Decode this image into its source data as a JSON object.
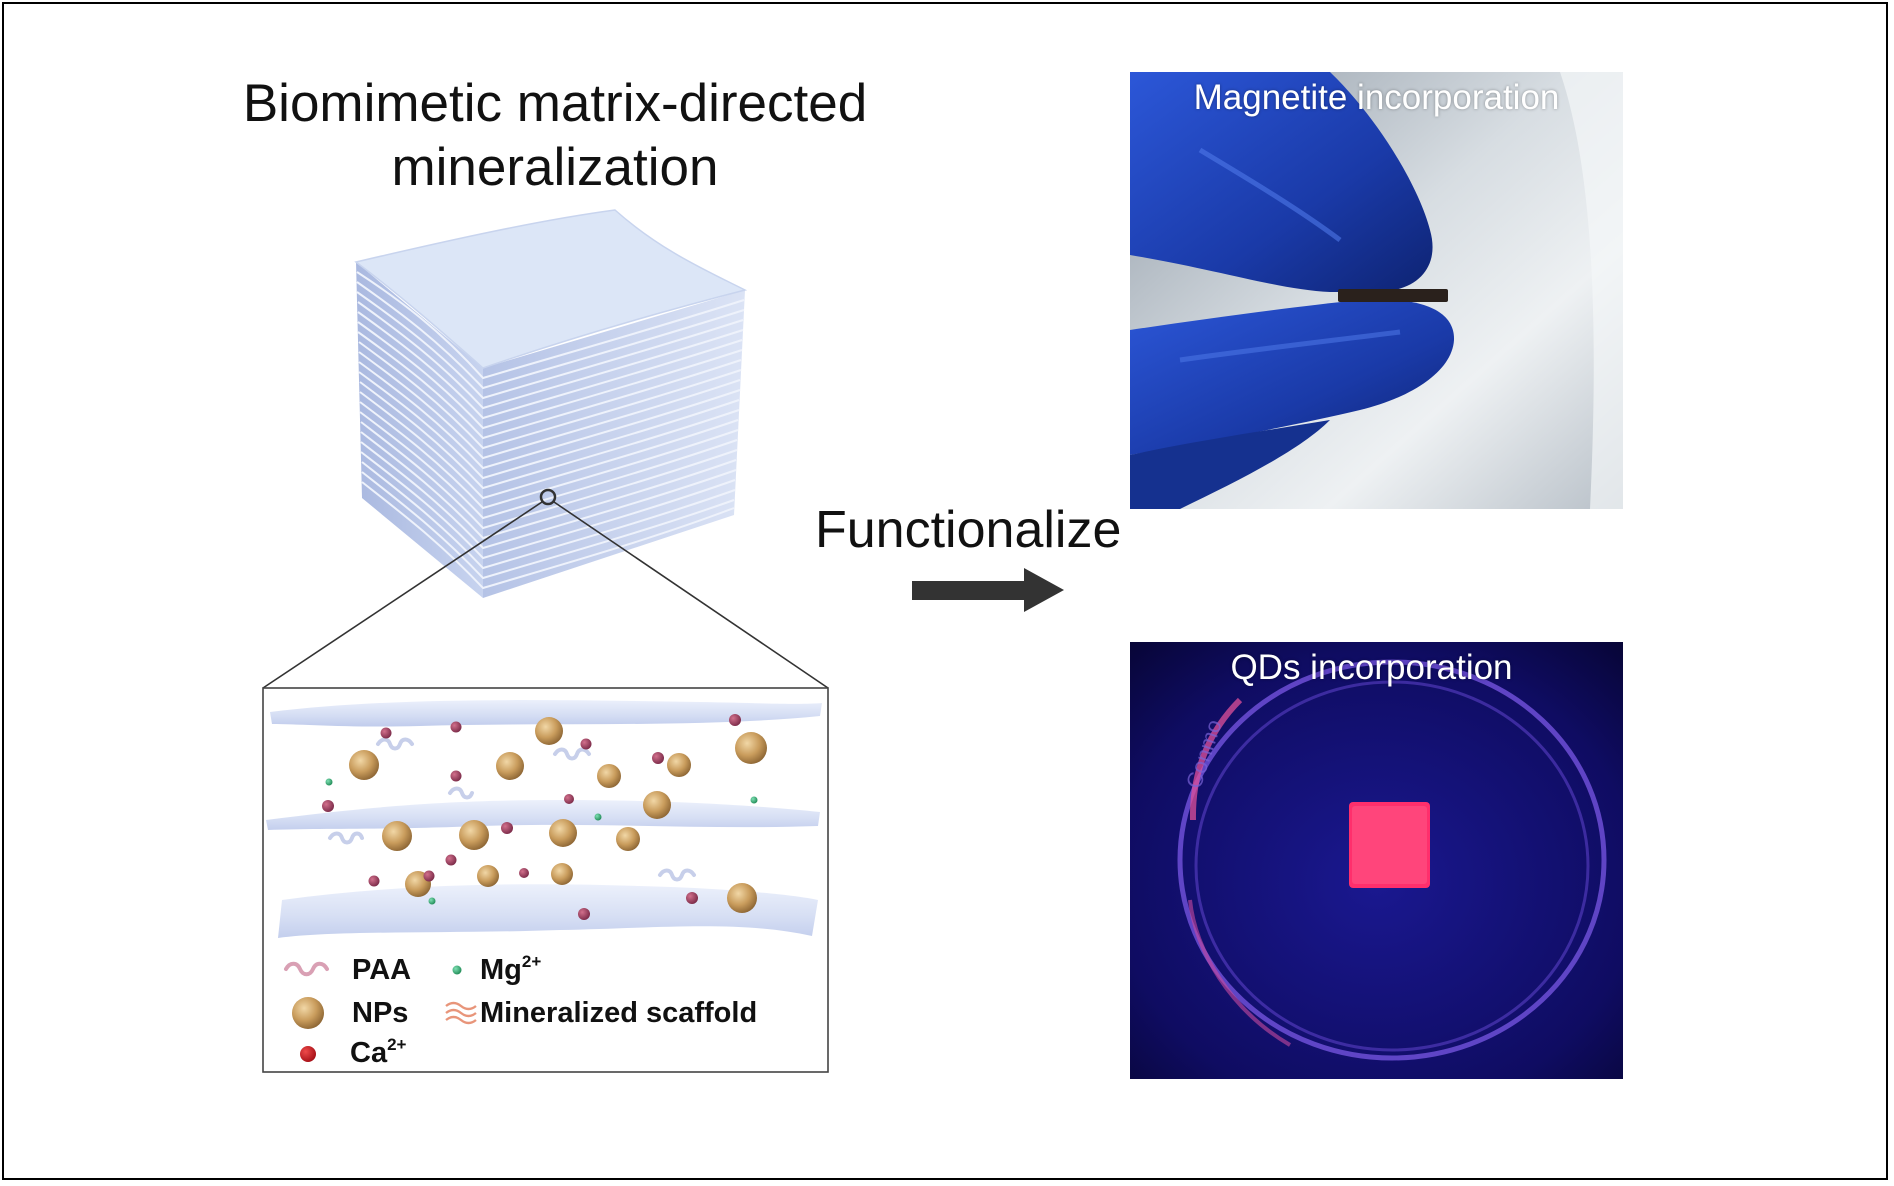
{
  "figure": {
    "title_line1": "Biomimetic matrix-directed",
    "title_line2": "mineralization",
    "arrow_label": "Functionalize"
  },
  "photos": {
    "top_caption": "Magnetite incorporation",
    "bottom_caption": "QDs incorporation",
    "dish_rim_text": "Conmo"
  },
  "legend": {
    "paa": "PAA",
    "nps": "NPs",
    "ca": "Ca",
    "ca_charge": "2+",
    "mg": "Mg",
    "mg_charge": "2+",
    "scaffold": "Mineralized scaffold"
  },
  "colors": {
    "sheet": "#c9d4ef",
    "sheet_top": "#dfe8f7",
    "np_gold": "#c9a063",
    "ca_red": "#b01e2a",
    "mg_green": "#2aa86a",
    "paa_pink": "#d9a0b4",
    "glove_blue": "#1e3fb0",
    "uv_blue": "#14106e",
    "qd_pink": "#ff2a6a"
  }
}
